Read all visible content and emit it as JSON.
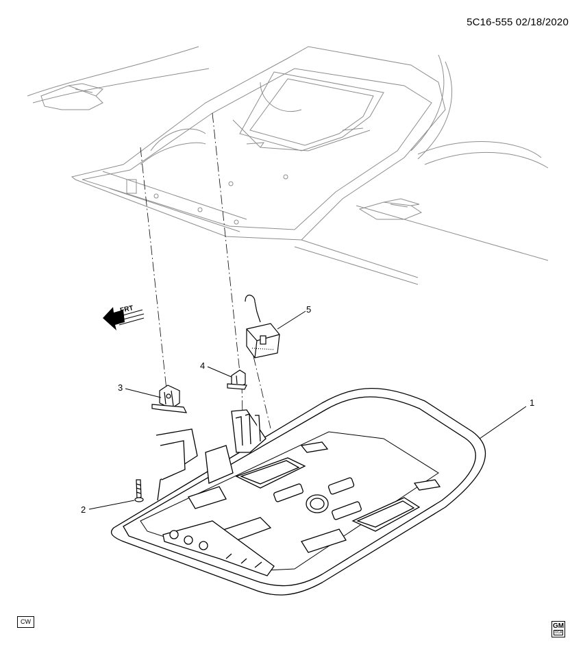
{
  "header": {
    "diagram_code": "5C16-555  02/18/2020"
  },
  "callouts": [
    {
      "id": "1",
      "label": "1"
    },
    {
      "id": "2",
      "label": "2"
    },
    {
      "id": "3",
      "label": "3"
    },
    {
      "id": "4",
      "label": "4"
    },
    {
      "id": "5",
      "label": "5"
    }
  ],
  "direction_arrow": {
    "label": "FRT"
  },
  "footer": {
    "cw_label": "CW",
    "logo": {
      "text": "GM",
      "subtext": "OCA"
    }
  },
  "colors": {
    "line": "#000000",
    "ghost_line": "#8c8c8c",
    "background": "#ffffff"
  },
  "icons": [
    "front-direction-arrow-icon",
    "gm-logo-icon"
  ]
}
